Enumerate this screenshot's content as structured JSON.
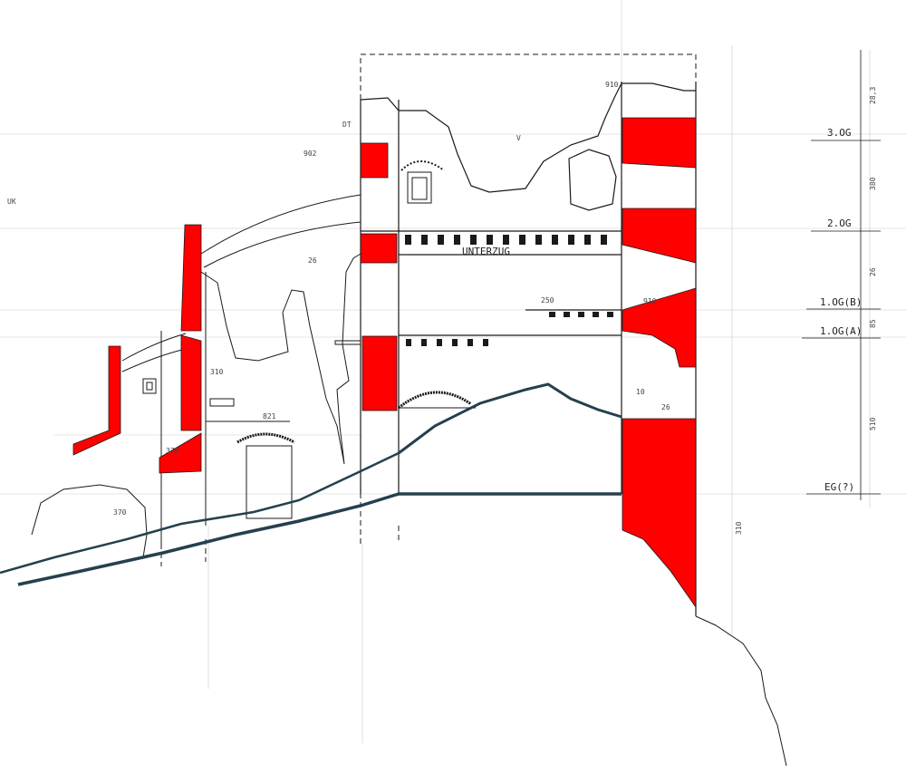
{
  "drawing": {
    "beam_label": "UNTERZUG",
    "section_color": "#ff0000",
    "terrain_color": "#25404d",
    "line_color": "#1a1a1a"
  },
  "levels": [
    {
      "id": "og3",
      "label": "3.OG"
    },
    {
      "id": "og2",
      "label": "2.OG"
    },
    {
      "id": "og1b",
      "label": "1.OG(B)"
    },
    {
      "id": "og1a",
      "label": "1.OG(A)"
    },
    {
      "id": "eg",
      "label": "EG(?)"
    }
  ],
  "dimensions": {
    "d_top": "28,3",
    "d_og3_og2": "380",
    "d_og2_og1b": "26",
    "d_og1b_og1a": "85",
    "d_og1a_eg": "510",
    "d_right": "310"
  },
  "marks": {
    "m_left": "UK",
    "m_902": "902",
    "m_910a": "910",
    "m_910b": "910",
    "m_310": "310",
    "m_370": "370",
    "m_370b": "370",
    "m_250": "250",
    "m_26": "26",
    "m_26b": "26",
    "m_10": "10",
    "m_821": "821",
    "m_dt": "DT",
    "m_v": "V"
  }
}
